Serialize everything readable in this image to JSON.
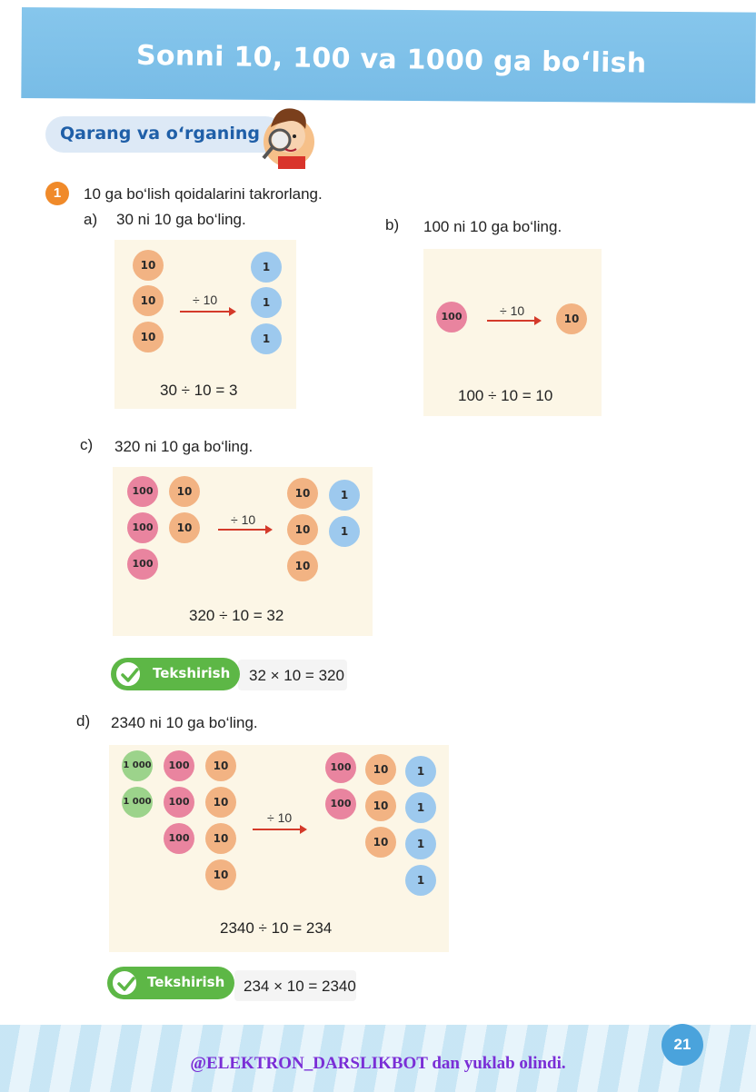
{
  "header": {
    "title": "Sonni 10, 100 va 1000 ga bo‘lish",
    "section": "Qarang va o‘rganing",
    "brand_color": "#7ec0e9"
  },
  "task": {
    "number": "1",
    "instruction": "10 ga bo‘lish qoidalarini takrorlang."
  },
  "parts": {
    "a": {
      "label": "a)",
      "text": "30 ni 10 ga bo‘ling.",
      "left_chips": [
        "10",
        "10",
        "10"
      ],
      "operation": "÷ 10",
      "right_chips": [
        "1",
        "1",
        "1"
      ],
      "equation": "30 ÷ 10 = 3"
    },
    "b": {
      "label": "b)",
      "text": "100 ni 10 ga bo‘ling.",
      "left_chips": [
        "100"
      ],
      "operation": "÷ 10",
      "right_chips": [
        "10"
      ],
      "equation": "100 ÷ 10 = 10"
    },
    "c": {
      "label": "c)",
      "text": "320 ni 10 ga bo‘ling.",
      "left_hundreds": [
        "100",
        "100",
        "100"
      ],
      "left_tens": [
        "10",
        "10"
      ],
      "operation": "÷ 10",
      "right_tens": [
        "10",
        "10",
        "10"
      ],
      "right_ones": [
        "1",
        "1"
      ],
      "equation": "320 ÷ 10 = 32",
      "check_label": "Tekshirish",
      "check_equation": "32 × 10 = 320"
    },
    "d": {
      "label": "d)",
      "text": "2340 ni 10 ga bo‘ling.",
      "left_thousands": [
        "1 000",
        "1 000"
      ],
      "left_hundreds": [
        "100",
        "100",
        "100"
      ],
      "left_tens": [
        "10",
        "10",
        "10",
        "10"
      ],
      "operation": "÷ 10",
      "right_hundreds": [
        "100",
        "100"
      ],
      "right_tens": [
        "10",
        "10",
        "10"
      ],
      "right_ones": [
        "1",
        "1",
        "1",
        "1"
      ],
      "equation": "2340 ÷ 10 = 234",
      "check_label": "Tekshirish",
      "check_equation": "234 × 10 = 2340"
    }
  },
  "footer": {
    "page_number": "21",
    "watermark": "@ELEKTRON_DARSLIKBOT dan yuklab olindi."
  }
}
